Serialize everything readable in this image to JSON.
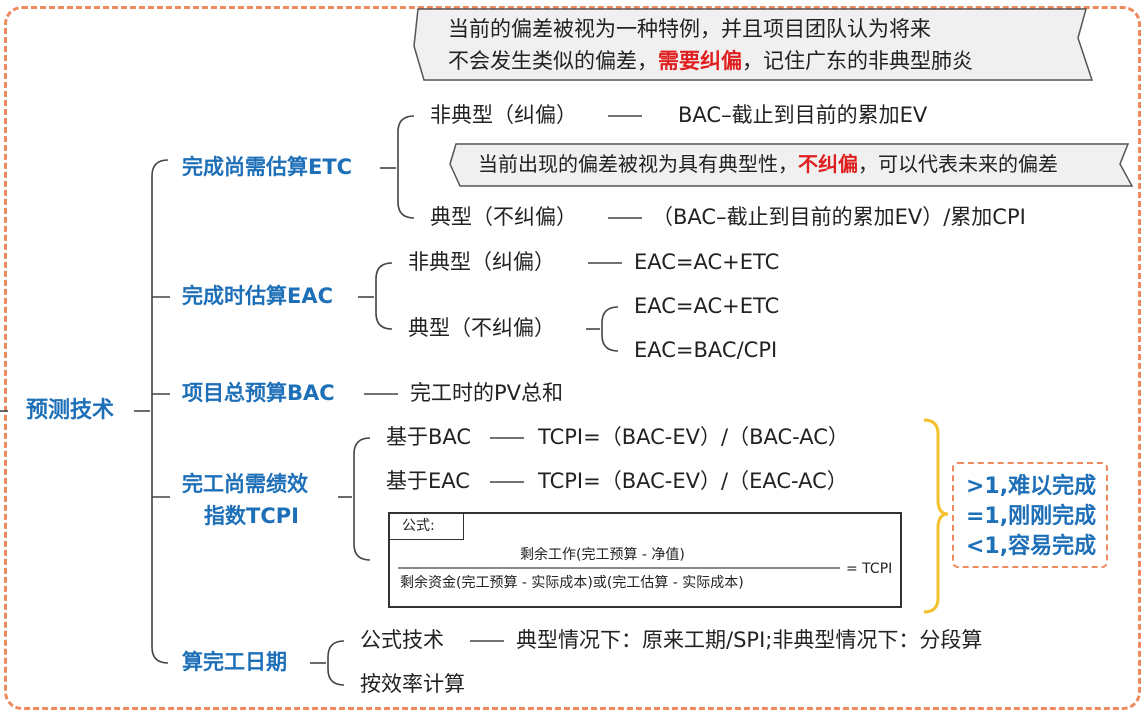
{
  "root": "预测技术",
  "callout_top": {
    "line1": "当前的偏差被视为一种特例，并且项目团队认为将来",
    "line2_prefix": "不会发生类似的偏差，",
    "line2_highlight": "需要纠偏",
    "line2_suffix": "，记住广东的非典型肺炎"
  },
  "callout_mid": {
    "prefix": "当前出现的偏差被视为具有典型性，",
    "highlight": "不纠偏",
    "suffix": "，可以代表未来的偏差"
  },
  "etc": {
    "title": "完成尚需估算ETC",
    "atypical_label": "非典型（纠偏）",
    "atypical_formula": "BAC–截止到目前的累加EV",
    "typical_label": "典型（不纠偏）",
    "typical_formula": "（BAC–截止到目前的累加EV）/累加CPI"
  },
  "eac": {
    "title": "完成时估算EAC",
    "atypical_label": "非典型（纠偏）",
    "atypical_formula": "EAC=AC+ETC",
    "typical_label": "典型（不纠偏）",
    "typical_formula_1": "EAC=AC+ETC",
    "typical_formula_2": "EAC=BAC/CPI"
  },
  "bac": {
    "title": "项目总预算BAC",
    "desc": "完工时的PV总和"
  },
  "tcpi": {
    "title_line1": "完工尚需绩效",
    "title_line2": "指数TCPI",
    "bac_label": "基于BAC",
    "bac_formula": "TCPI=（BAC-EV）/（BAC-AC）",
    "eac_label": "基于EAC",
    "eac_formula": "TCPI=（BAC-EV）/（EAC-AC）",
    "formula_tag": "公式:",
    "numerator": "剩余工作(完工预算 - 净值)",
    "denominator": "剩余资金(完工预算 - 实际成本)或(完工估算 - 实际成本)",
    "equals": "= TCPI",
    "results": [
      ">1,难以完成",
      "=1,刚刚完成",
      "<1,容易完成"
    ]
  },
  "completion_date": {
    "title": "算完工日期",
    "formula_label": "公式技术",
    "formula_desc": "典型情况下：原来工期/SPI;非典型情况下：分段算",
    "efficiency_label": "按效率计算"
  },
  "colors": {
    "blue": "#1d6fb8",
    "red": "#e02020",
    "orange": "#ef8a5e",
    "brace": "#f5c12e",
    "callout_fill": "#f0f0f0"
  }
}
